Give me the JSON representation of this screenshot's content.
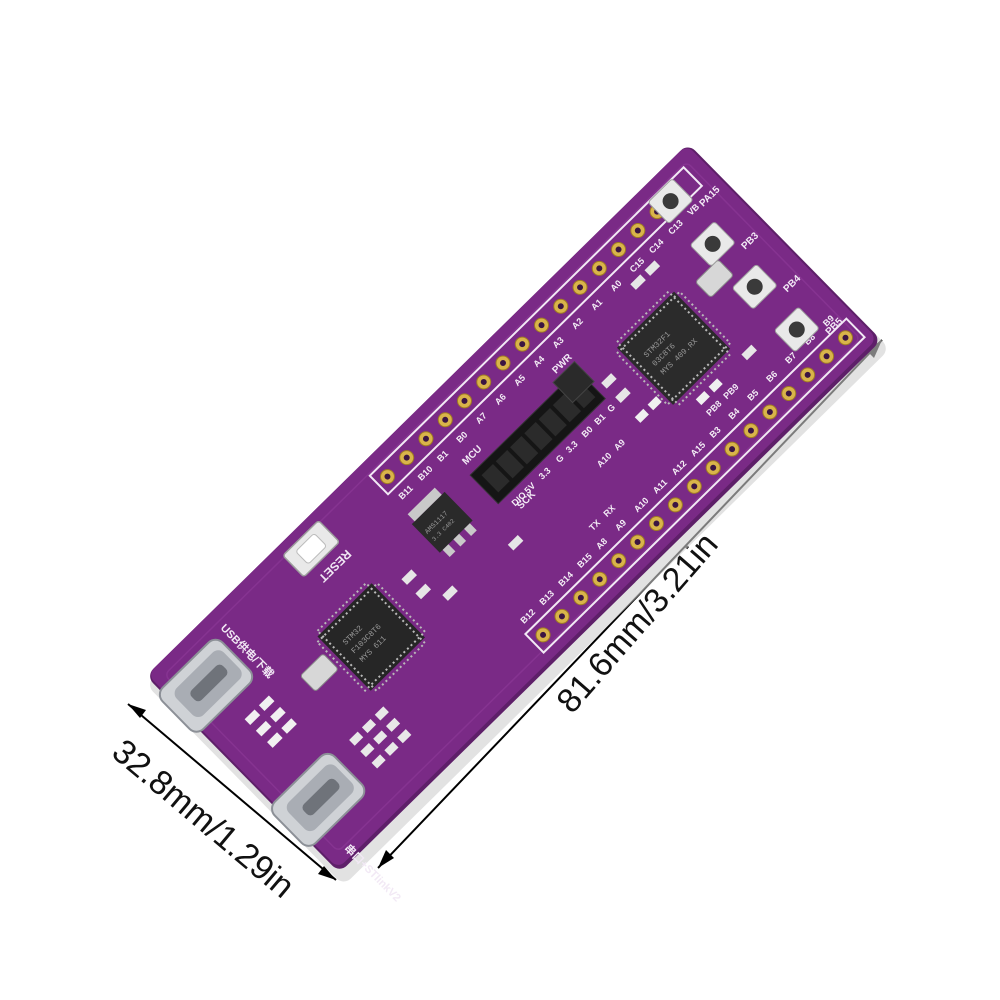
{
  "dimensions": {
    "length": "81.6mm/3.21in",
    "width": "32.8mm/1.29in"
  },
  "silkscreen": {
    "reset": "RESET",
    "usb_left": "USB供电/下载",
    "usb_right": "串口+STlinkV2",
    "mcu": "MCU",
    "sck": "SCK",
    "pwr": "PWR",
    "button_labels": [
      "PA15",
      "PB3",
      "PB4",
      "PB5"
    ],
    "led_labels": [
      "PB8",
      "PB9"
    ],
    "regulator": "AMS1117",
    "regulator_sub": "3.3  C402",
    "main_mcu_lines": [
      "STM32F1",
      "03C8T6",
      "MYS 409.RX"
    ],
    "debug_mcu_lines": [
      "STM32",
      "F103C8T6",
      "MYS 611"
    ],
    "header_labels": [
      "G",
      "B1",
      "B0",
      "3.3",
      "G",
      "3.3",
      "5V",
      "DIO"
    ],
    "left_pins": [
      "B11",
      "B10",
      "B1",
      "B0",
      "A7",
      "A6",
      "A5",
      "A4",
      "A3",
      "A2",
      "A1",
      "A0",
      "C15",
      "C14",
      "C13",
      "VB"
    ],
    "right_pins": [
      "B12",
      "B13",
      "B14",
      "B15",
      "A8",
      "A9",
      "A10",
      "A11",
      "A12",
      "A15",
      "B3",
      "B4",
      "B5",
      "B6",
      "B7",
      "B8",
      "B9"
    ],
    "small_labels": [
      "A10",
      "A9",
      "TX",
      "RX"
    ]
  },
  "colors": {
    "board": "#7a2a86",
    "board_edge": "#5e1f69",
    "silk": "#f2e9f5"
  }
}
